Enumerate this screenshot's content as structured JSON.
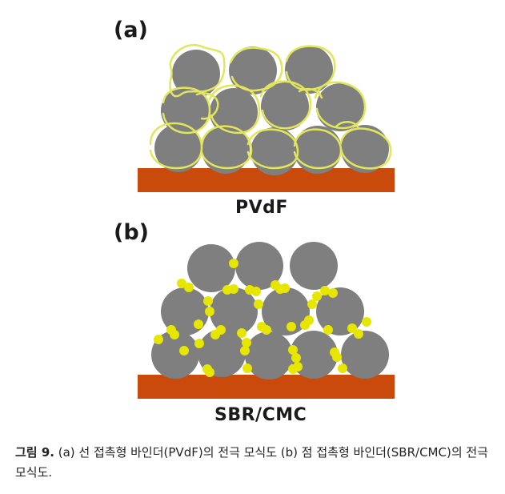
{
  "panel_a": {
    "label": "(a)",
    "binder": "PVdF"
  },
  "panel_b": {
    "label": "(b)",
    "binder": "SBR/CMC"
  },
  "caption": {
    "figure_number": "그림 9.",
    "text": " (a) 선 접촉형 바인더(PVdF)의 전극 모식도 (b) 점 접촉형 바인더(SBR/CMC)의 전극 모식도."
  },
  "colors": {
    "particle": "#7f7f7f",
    "current_collector": "#c94a0a",
    "binder_line": "#e2e65a",
    "binder_point": "#e6e600"
  }
}
